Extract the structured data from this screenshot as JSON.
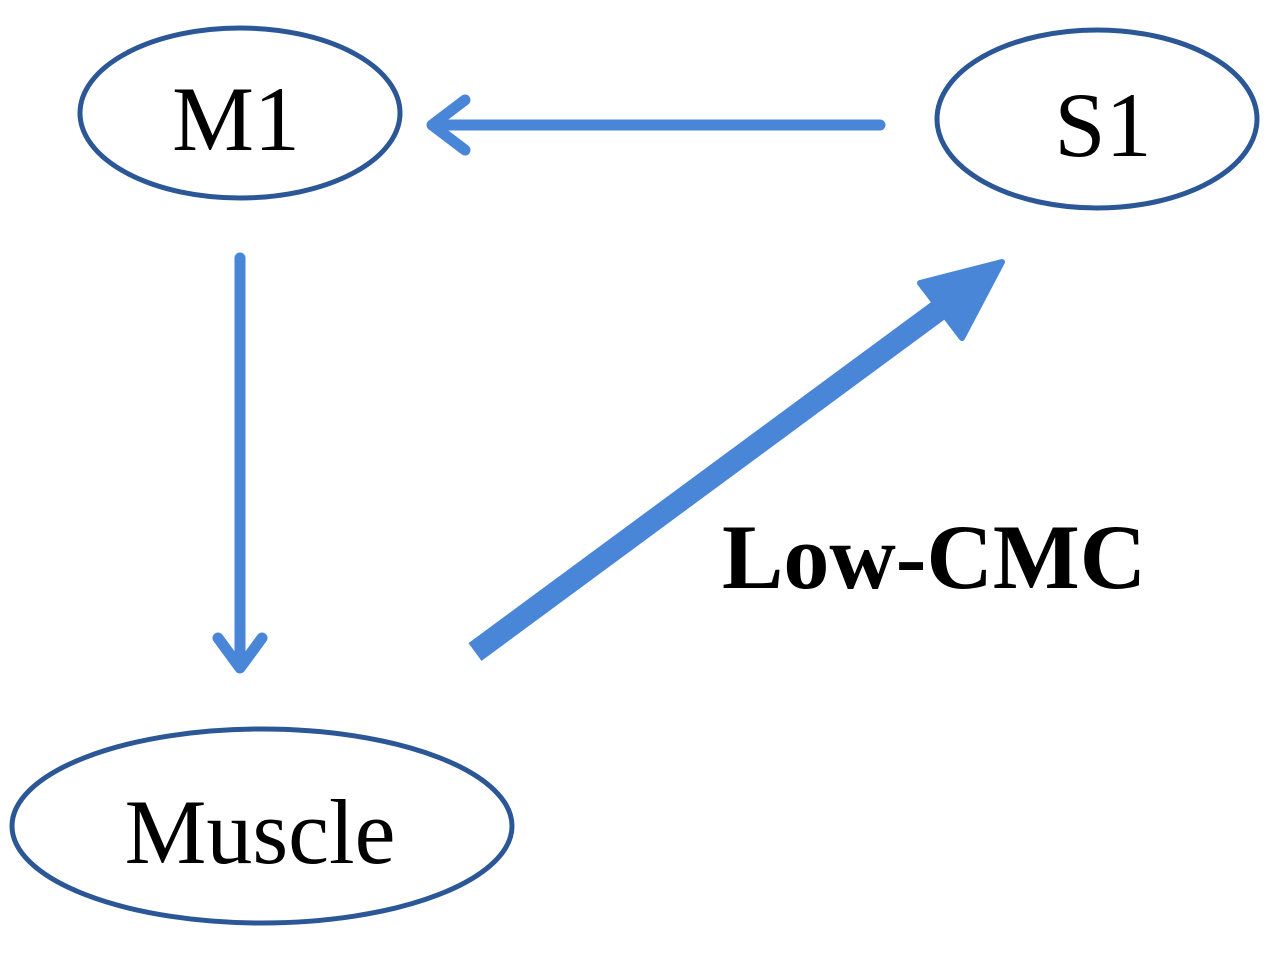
{
  "colors": {
    "node_outline": "#2b5797",
    "arrow": "#4a86d8",
    "text": "#000000"
  },
  "nodes": {
    "m1": {
      "label": "M1"
    },
    "s1": {
      "label": "S1"
    },
    "muscle": {
      "label": "Muscle"
    }
  },
  "edges": [
    {
      "from": "S1",
      "to": "M1",
      "emphasis": "normal"
    },
    {
      "from": "M1",
      "to": "Muscle",
      "emphasis": "normal"
    },
    {
      "from": "Muscle",
      "to": "S1",
      "emphasis": "thick",
      "label": "Low-CMC"
    }
  ]
}
